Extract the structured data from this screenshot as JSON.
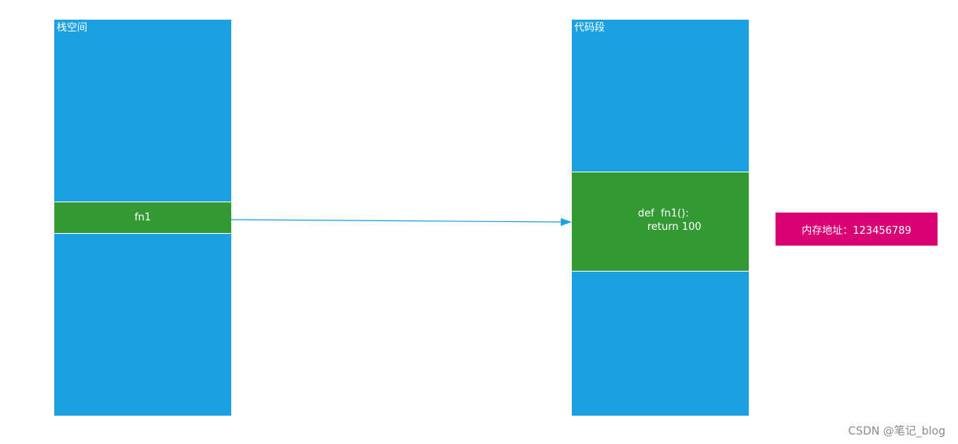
{
  "stack_panel": {
    "title": "栈空间",
    "block_label": "fn1",
    "color": "#1ba1e2",
    "block_color": "#339933"
  },
  "code_panel": {
    "title": "代码段",
    "code_lines": [
      "def  fn1():",
      "return 100"
    ],
    "color": "#1ba1e2",
    "block_color": "#339933"
  },
  "memory_address": {
    "text": "内存地址：123456789",
    "color": "#d80073"
  },
  "arrow": {
    "from": "fn1",
    "to": "code-block",
    "color": "#1ba1e2"
  },
  "watermark": {
    "text": "CSDN @笔记_blog"
  }
}
